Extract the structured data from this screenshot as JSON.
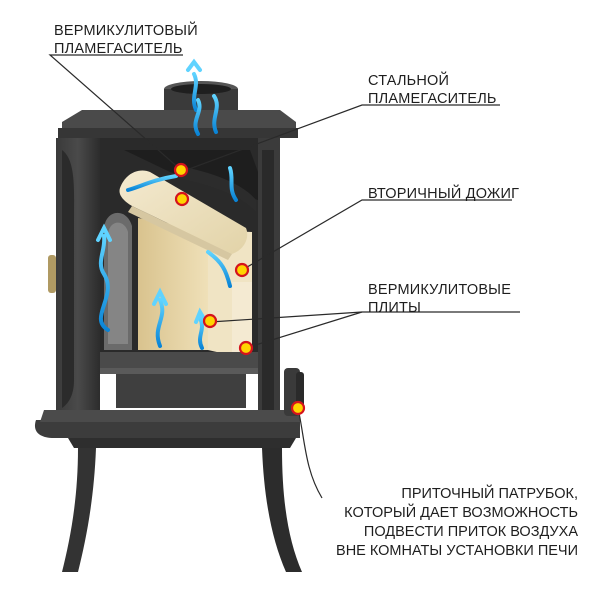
{
  "labels": {
    "vermiculite_arrester": [
      "ВЕРМИКУЛИТОВЫЙ",
      "ПЛАМЕГАСИТЕЛЬ"
    ],
    "steel_arrester": [
      "СТАЛЬНОЙ",
      "ПЛАМЕГАСИТЕЛЬ"
    ],
    "secondary_burn": [
      "ВТОРИЧНЫЙ ДОЖИГ"
    ],
    "vermiculite_plates": [
      "ВЕРМИКУЛИТОВЫЕ",
      "ПЛИТЫ"
    ],
    "air_inlet": [
      "ПРИТОЧНЫЙ ПАТРУБОК,",
      "КОТОРЫЙ ДАЕТ ВОЗМОЖНОСТЬ",
      "ПОДВЕСТИ ПРИТОК ВОЗДУХА",
      "ВНЕ КОМНАТЫ УСТАНОВКИ ПЕЧИ"
    ]
  },
  "colors": {
    "marker_fill": "#ffd400",
    "marker_ring": "#d5141c",
    "leader_line": "#2a2a2a",
    "air_flow": "#1ea3e0",
    "stove_body": "#2f2f2f",
    "vermiculite": "#efe3c3"
  }
}
